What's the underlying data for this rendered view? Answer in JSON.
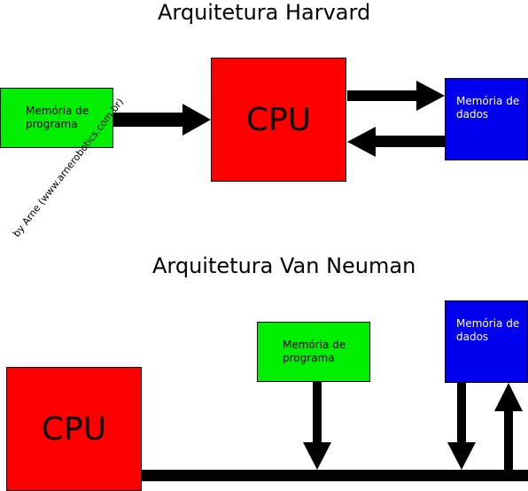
{
  "harvard": {
    "title": "Arquitetura Harvard",
    "cpu_label": "CPU",
    "mem_program_label": "Memória de\nprograma",
    "mem_data_label": "Memória de\ndados"
  },
  "van_neuman": {
    "title": "Arquitetura Van Neuman",
    "cpu_label": "CPU",
    "mem_program_label": "Memória de\nprograma",
    "mem_data_label": "Memória de\ndados"
  },
  "credit": "by Arne (www.arnerobotics.com.br)",
  "colors": {
    "cpu": "#ff0000",
    "program_memory": "#00ee00",
    "data_memory": "#0000ee",
    "arrows": "#000000"
  }
}
